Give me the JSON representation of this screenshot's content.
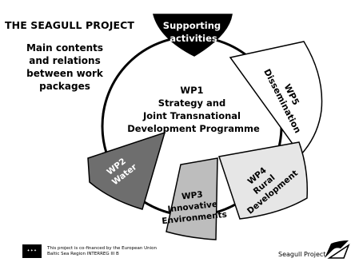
{
  "header": {
    "project_title": "THE SEAGULL PROJECT",
    "subtitle_lines": [
      "Main contents",
      "and relations",
      "between work",
      "packages"
    ]
  },
  "center": {
    "lines": [
      "WP1",
      "Strategy and",
      "Joint Transnational",
      "Development Programme"
    ]
  },
  "segments": {
    "supporting": {
      "lines": [
        "Supporting",
        "activities"
      ],
      "fill": "#000000",
      "text_color": "#ffffff"
    },
    "wp5": {
      "lines": [
        "WP5",
        "Dissemination"
      ],
      "fill": "#ffffff",
      "text_color": "#000000"
    },
    "wp4": {
      "lines": [
        "WP4",
        "Rural",
        "Development"
      ],
      "fill": "#e6e6e6",
      "text_color": "#000000"
    },
    "wp3": {
      "lines": [
        "WP3",
        "Innovative",
        "Environments"
      ],
      "fill": "#bdbdbd",
      "text_color": "#000000"
    },
    "wp2": {
      "lines": [
        "WP2",
        "Water"
      ],
      "fill": "#6e6e6e",
      "text_color": "#ffffff"
    }
  },
  "footer": {
    "cofinance_lines": [
      "This project is co-financed by the European Union",
      "Baltic Sea Region INTERREG III B"
    ],
    "brand_label": "Seagull Project"
  }
}
